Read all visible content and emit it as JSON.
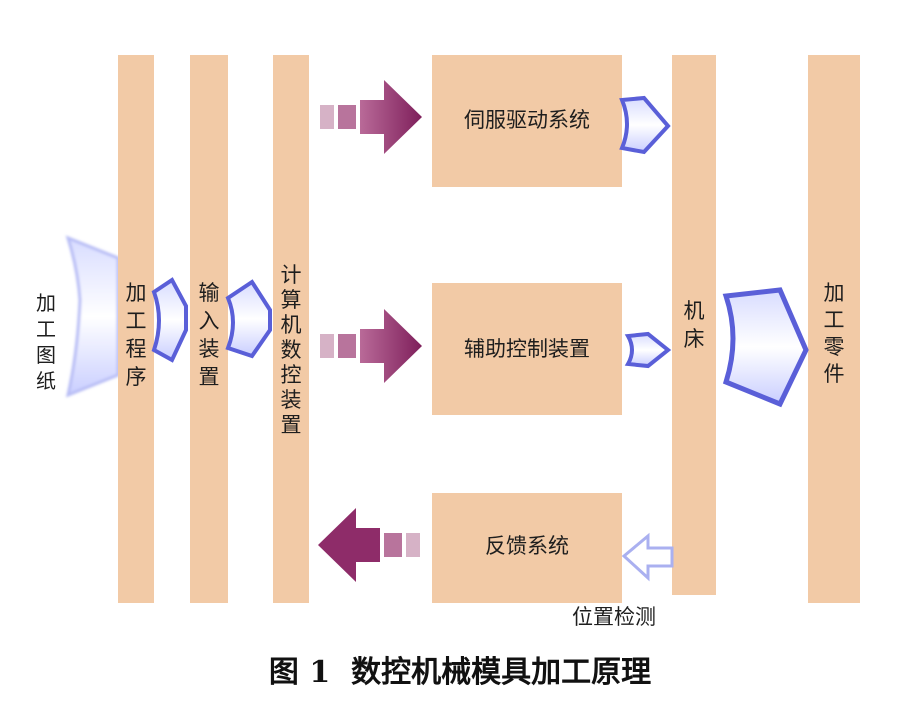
{
  "diagram": {
    "input_label": "加工图纸",
    "columns": {
      "program": "加工程序",
      "input_device": "输入装置",
      "cnc_device": "计算机数控装置",
      "machine_tool": "机床",
      "part": "加工零件"
    },
    "blocks": {
      "servo": "伺服驱动系统",
      "auxiliary": "辅助控制装置",
      "feedback": "反馈系统"
    },
    "position_detect": "位置检测"
  },
  "caption": "图 1  数控机械模具加工原理",
  "colors": {
    "block_fill": "#f2caa6",
    "arrow_blue": "#5a5fd8",
    "arrow_purple": "#8e2c69"
  }
}
